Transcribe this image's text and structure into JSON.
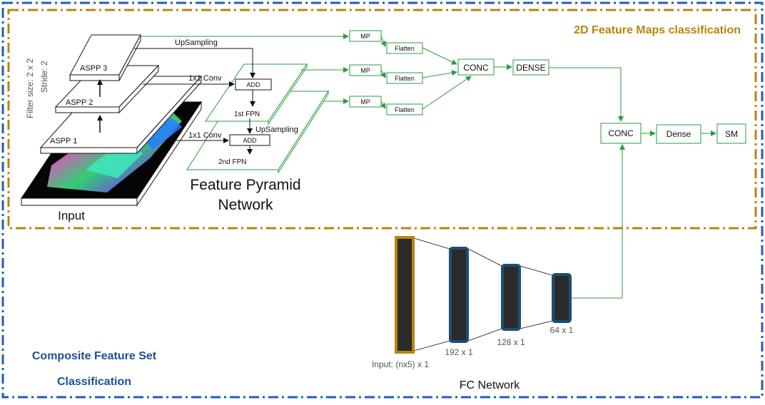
{
  "regions": {
    "feature_maps_title": "2D Feature Maps classification",
    "composite_title_line1": "Composite Feature Set",
    "composite_title_line2": "Classification"
  },
  "aspp": {
    "input_label": "Input",
    "aspp1": "ASPP 1",
    "aspp2": "ASPP 2",
    "aspp3": "ASPP 3",
    "filter_size": "Filter size: 2 x 2",
    "stride": "Stride: 2"
  },
  "fpn": {
    "upsampling_top": "UpSampling",
    "conv1": "1x1 Conv",
    "conv2": "1x1 Conv",
    "add1": "ADD",
    "add2": "ADD",
    "upsampling_mid": "UpSampling",
    "fpn1": "1st FPN",
    "fpn2": "2nd FPN",
    "title_line1": "Feature Pyramid",
    "title_line2": "Network"
  },
  "heads": {
    "mp": [
      "MP",
      "MP",
      "MP"
    ],
    "flatten": [
      "Flatten",
      "Flatten",
      "Flatten"
    ],
    "conc1": "CONC",
    "dense1": "DENSE",
    "conc2": "CONC",
    "dense2": "Dense",
    "sm": "SM"
  },
  "fc": {
    "input_label": "Input: (nx5) x 1",
    "layer1": "192 x 1",
    "layer2": "128 x 1",
    "layer3": "64 x 1",
    "title": "FC Network"
  },
  "colors": {
    "gold": "#b8860b",
    "blue": "#1f5fb4",
    "green": "#2e9b3e",
    "fc_border": "#1b4f72",
    "fc_fill": "#2b2b2b"
  }
}
